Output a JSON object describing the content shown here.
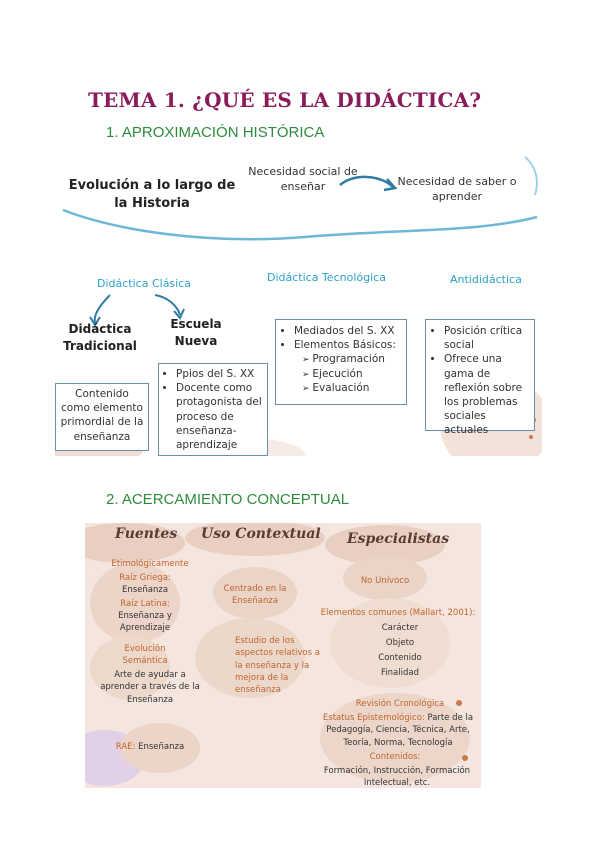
{
  "title": "TEMA 1. ¿QUÉ ES LA DIDÁCTICA?",
  "section1": {
    "heading": "1. APROXIMACIÓN HISTÓRICA",
    "evolution": "Evolución a lo largo de la Historia",
    "need_social": "Necesidad social de enseñar",
    "need_knowledge": "Necesidad de saber o aprender",
    "clasica": {
      "label": "Didáctica Clásica",
      "tradicional": "Didáctica Tradicional",
      "tradicional_box": "Contenido como elemento primordial de la enseñanza",
      "nueva": "Escuela Nueva",
      "nueva_items": [
        "Ppios del S. XX",
        "Docente como protagonista del proceso de enseñanza-aprendizaje"
      ]
    },
    "tecnologica": {
      "label": "Didáctica Tecnológica",
      "items": [
        "Mediados del S. XX",
        "Elementos Básicos:"
      ],
      "sub": [
        "Programación",
        "Ejecución",
        "Evaluación"
      ]
    },
    "anti": {
      "label": "Antididáctica",
      "items": [
        "Posición crítica social",
        "Ofrece una gama de reflexión sobre los problemas sociales actuales"
      ]
    }
  },
  "section2": {
    "heading": "2. ACERCAMIENTO CONCEPTUAL",
    "fuentes": {
      "title": "Fuentes",
      "etimo": "Etimológicamente",
      "griega_label": "Raíz Griega:",
      "griega_val": "Enseñanza",
      "latina_label": "Raíz Latina:",
      "latina_val": "Enseñanza y Aprendizaje",
      "evol_label": "Evolución Semántica",
      "evol_val": "Arte de ayudar a aprender a través de la Enseñanza",
      "rae_label": "RAE:",
      "rae_val": "Enseñanza"
    },
    "uso": {
      "title": "Uso Contextual",
      "centrado": "Centrado en la Enseñanza",
      "estudio": "Estudio de los aspectos relativos a la enseñanza y la mejora de la enseñanza"
    },
    "especialistas": {
      "title": "Especialistas",
      "no_univoco": "No Unívoco",
      "elementos": "Elementos comunes (Mallart, 2001):",
      "elementos_list": [
        "Carácter",
        "Objeto",
        "Contenido",
        "Finalidad"
      ],
      "revision": "Revisión Cronológica",
      "estatus_label": "Estatus Epistemológico:",
      "estatus_val": "Parte de la Pedagogía, Ciencia, Técnica, Arte, Teoría, Norma, Tecnología",
      "contenidos_label": "Contenidos:",
      "contenidos_val": "Formación, Instrucción, Formación Intelectual, etc."
    }
  },
  "colors": {
    "title": "#8b1c5a",
    "section": "#2e8b3e",
    "accent_blue": "#2ea0c8",
    "orange": "#c0652c"
  }
}
